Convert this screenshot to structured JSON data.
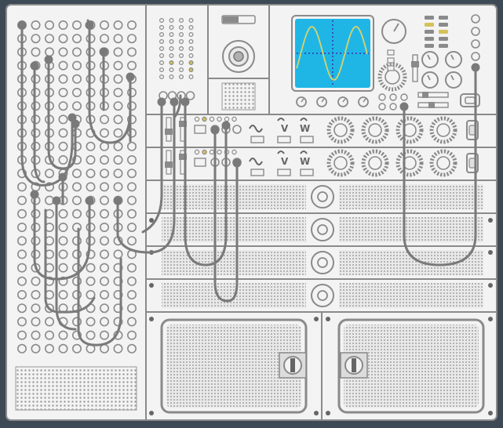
{
  "colors": {
    "background": "#3d4a55",
    "panel": "#f3f3f3",
    "line": "#8a8a8a",
    "dark": "#666666",
    "screen": "#1fb6e6",
    "trace": "#d8d36a",
    "accent": "#d4c15a"
  },
  "modules": {
    "patchbay": {
      "jack_count": 170
    },
    "oscilloscope": {
      "waveform": "sine"
    },
    "synth_rows": 2,
    "vent_rows": 4,
    "bottom_covers": 2
  },
  "icons": {
    "wave_sine": "sine-wave-icon",
    "wave_v": "v-letter-icon",
    "wave_w": "w-letter-icon",
    "lock": "cam-lock-icon"
  }
}
